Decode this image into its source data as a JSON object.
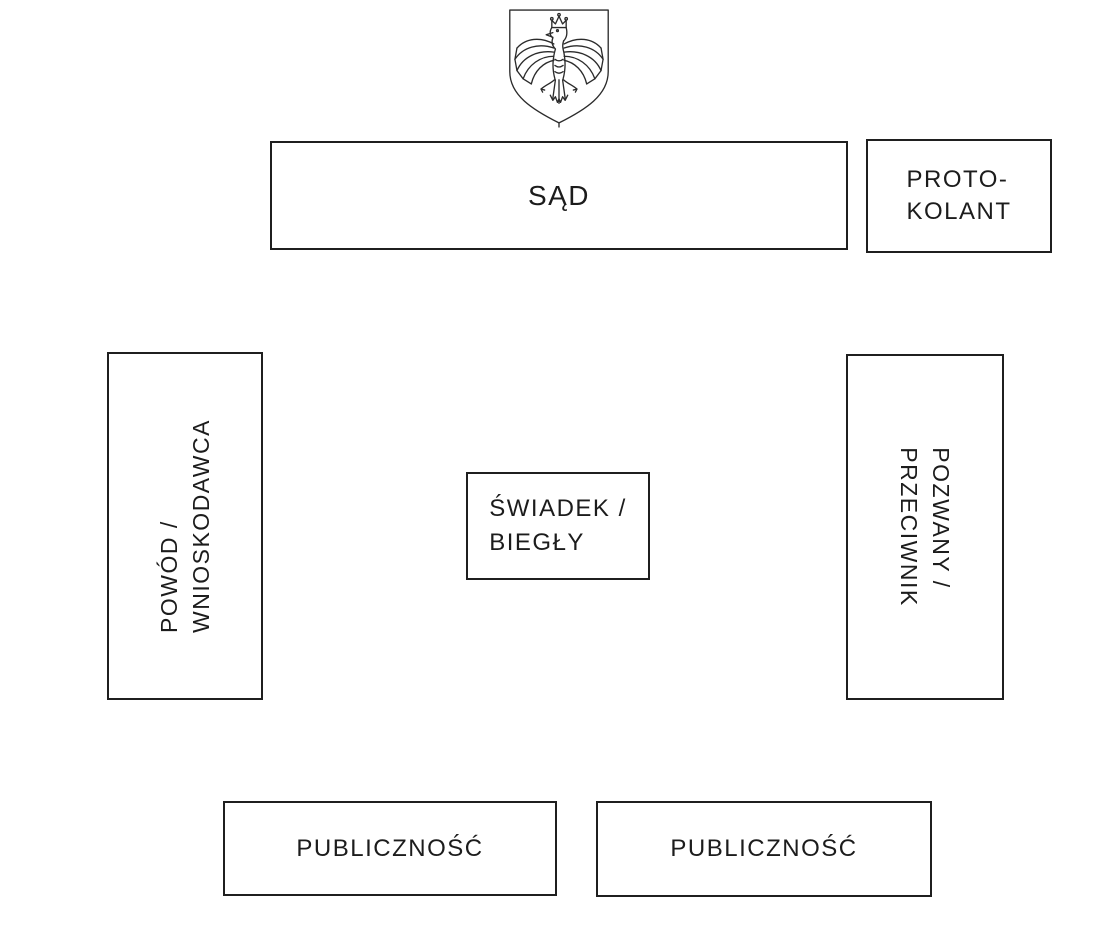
{
  "page": {
    "background": "#ffffff",
    "line_color": "#1f1f1f",
    "text_color": "#1c1c1c"
  },
  "emblem": {
    "name": "polish-eagle-coat-of-arms"
  },
  "boxes": {
    "court": {
      "label": "SĄD"
    },
    "clerk": {
      "line1": "PROTO-",
      "line2": "KOLANT"
    },
    "plaintiff": {
      "line1": "POWÓD /",
      "line2": "WNIOSKODAWCA"
    },
    "defendant": {
      "line1": "POZWANY /",
      "line2": "PRZECIWNIK"
    },
    "witness": {
      "line1": "ŚWIADEK /",
      "line2": "BIEGŁY"
    },
    "audience_left": {
      "label": "PUBLICZNOŚĆ"
    },
    "audience_right": {
      "label": "PUBLICZNOŚĆ"
    }
  }
}
